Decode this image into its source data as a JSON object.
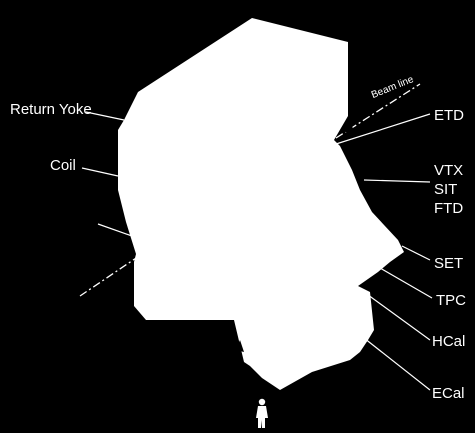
{
  "diagram": {
    "colors": {
      "background": "#000000",
      "detector_fill": "#ffffff",
      "leader_line": "#ffffff",
      "label_text": "#ffffff"
    },
    "labels": {
      "return_yoke": "Return Yoke",
      "coil": "Coil",
      "beam_line": "Beam line",
      "etd": "ETD",
      "vtx": "VTX",
      "sit": "SIT",
      "ftd": "FTD",
      "set": "SET",
      "tpc": "TPC",
      "hcal": "HCal",
      "ecal": "ECal"
    },
    "icons": {
      "scale_person": "person-silhouette-icon",
      "ip_person": "person-silhouette-icon"
    }
  }
}
